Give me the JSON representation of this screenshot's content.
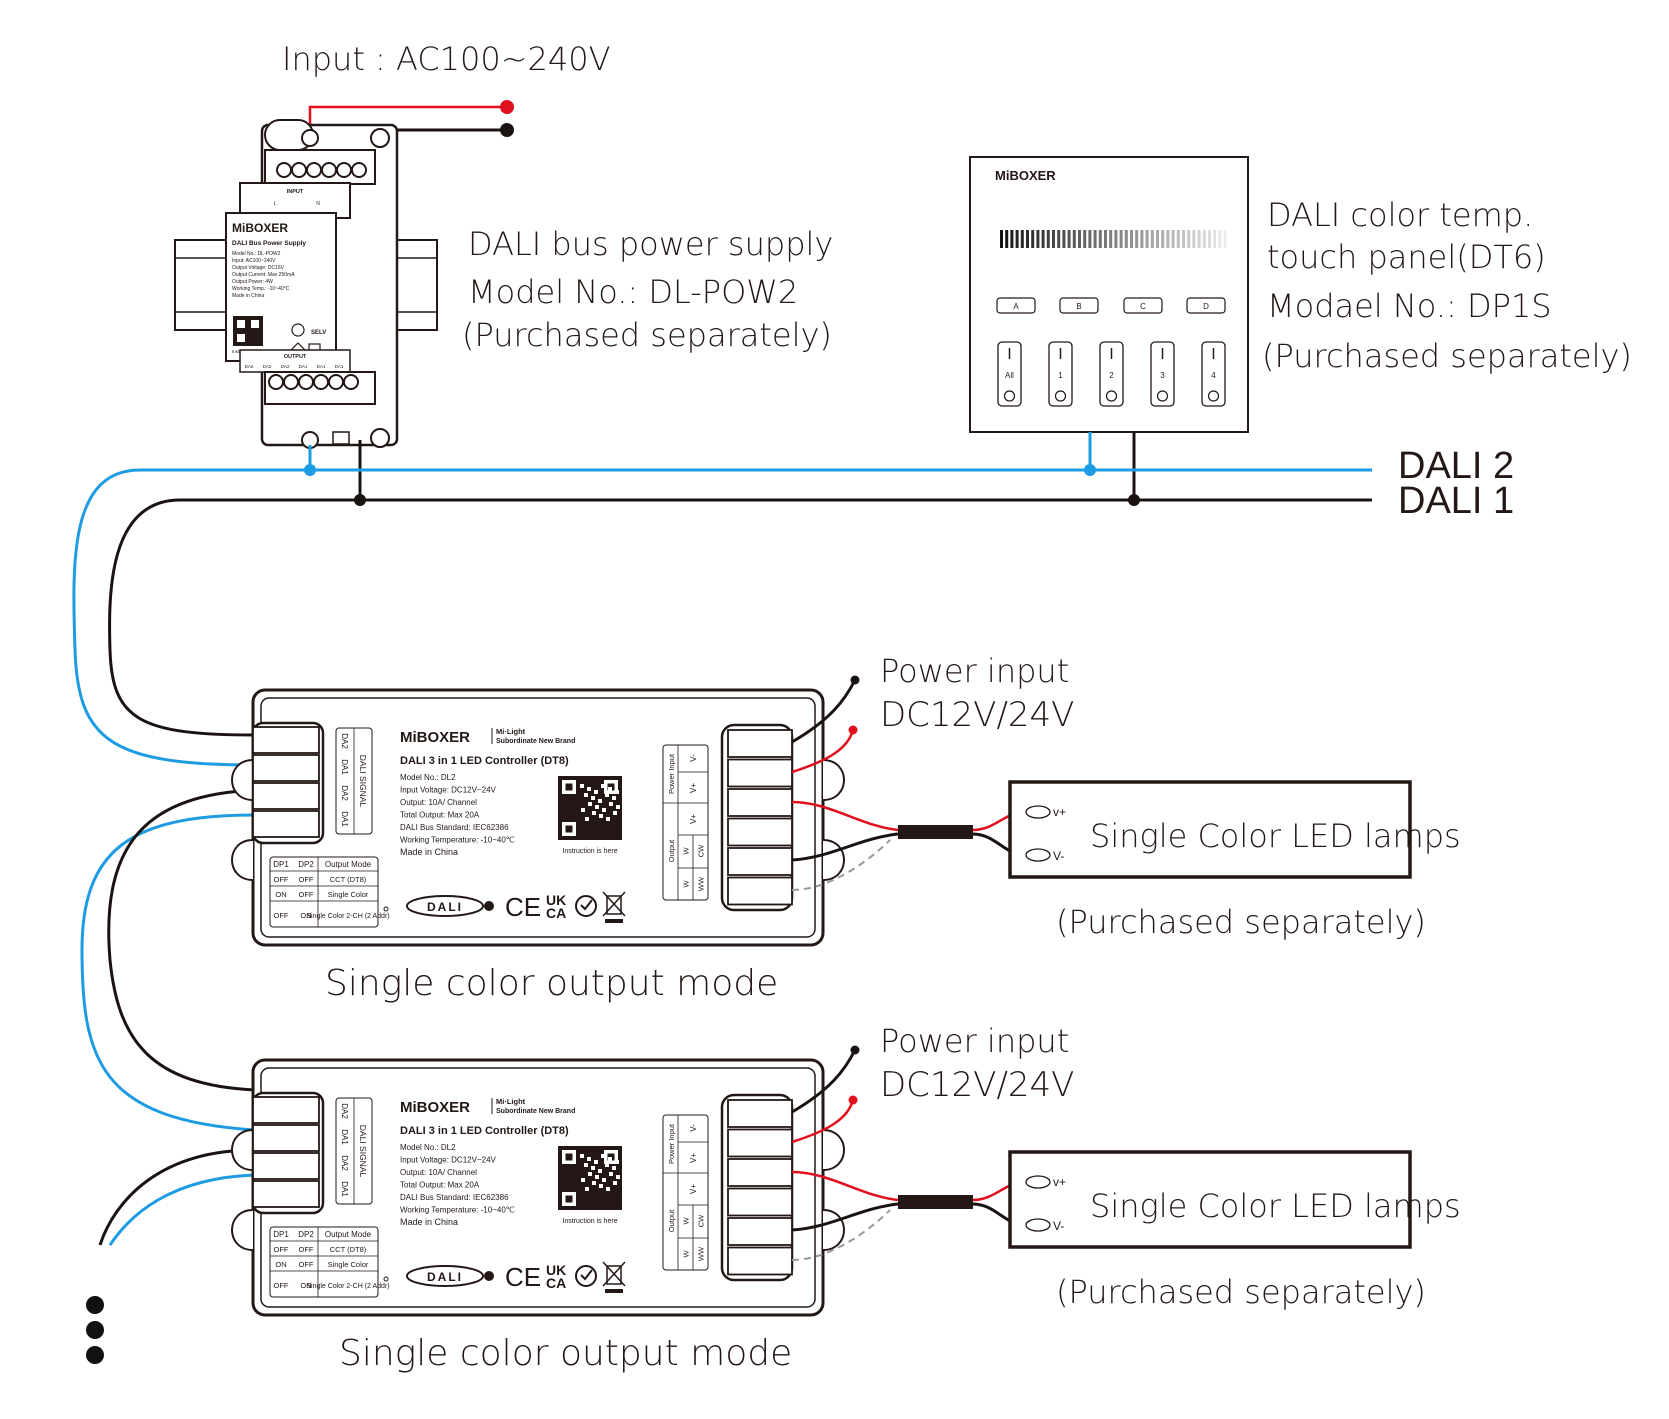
{
  "input_label": "Input : AC100~240V",
  "power_supply": {
    "title": "DALI bus power supply",
    "model": "Model No.: DL-POW2",
    "note": "(Purchased separately)",
    "brand": "MiBOXER",
    "product": "DALI Bus Power Supply",
    "specs": [
      "Model No.: DL-POW2",
      "Input: AC100~240V",
      "Output Voltage: DC16V",
      "Output Current: Max 250mA",
      "Output Power: 4W",
      "Working Temp.: -10~40°C",
      "Made in China"
    ],
    "input_header": "INPUT",
    "input_terms": [
      "L",
      "N"
    ],
    "output_header": "OUTPUT",
    "output_terms": [
      "DA2",
      "DA2",
      "DA2",
      "DA1",
      "DA1",
      "DA1"
    ],
    "selv": "SELV",
    "instruction": "Instruction"
  },
  "touch_panel": {
    "title_line1": "DALI color temp.",
    "title_line2": "touch panel(DT6)",
    "model": "Modael No.: DP1S",
    "note": "(Purchased separately)",
    "brand": "MiBOXER",
    "scene_buttons": [
      "A",
      "B",
      "C",
      "D"
    ],
    "zone_buttons": [
      "All",
      "1",
      "2",
      "3",
      "4"
    ]
  },
  "bus_labels": {
    "dali2": "DALI 2",
    "dali1": "DALI 1"
  },
  "controllers": [
    {
      "brand": "MiBOXER",
      "sub_brand_line1": "Mi·Light",
      "sub_brand_line2": "Subordinate New Brand",
      "title": "DALI 3 in 1 LED Controller (DT8)",
      "specs": [
        "Model No.: DL2",
        "Input Voltage: DC12V~24V",
        "Output: 10A/ Channel",
        "Total Output: Max 20A",
        "DALI Bus Standard: IEC62386",
        "Working Temperature: -10~40℃",
        "Made in China"
      ],
      "qr_caption": "Instruction is here",
      "signal_header": "DALI SIGNAL",
      "signal_terms": [
        "DA2",
        "DA1",
        "DA2",
        "DA1"
      ],
      "dip_headers": [
        "DP1",
        "DP2",
        "Output Mode"
      ],
      "dip_rows": [
        [
          "OFF",
          "OFF",
          "CCT (DT8)"
        ],
        [
          "ON",
          "OFF",
          "Single Color"
        ],
        [
          "OFF",
          "ON",
          "Single Color 2-CH (2 Addr)"
        ]
      ],
      "power_header": "Power Input",
      "power_terms": [
        "V-",
        "V+"
      ],
      "output_header": "Output",
      "output_terms": [
        "V+",
        "W / CW",
        "W / WW"
      ],
      "logo_dali": "DALI",
      "power_input_label_1": "Power input",
      "power_input_label_2": "DC12V/24V",
      "lamp_label": "Single Color LED lamps",
      "lamp_vplus": "v+",
      "lamp_vminus": "V-",
      "lamp_note": "(Purchased separately)",
      "mode_caption": "Single color output mode"
    },
    {
      "brand": "MiBOXER",
      "sub_brand_line1": "Mi·Light",
      "sub_brand_line2": "Subordinate New Brand",
      "title": "DALI 3 in 1 LED Controller (DT8)",
      "specs": [
        "Model No.: DL2",
        "Input Voltage: DC12V~24V",
        "Output: 10A/ Channel",
        "Total Output: Max 20A",
        "DALI Bus Standard: IEC62386",
        "Working Temperature: -10~40℃",
        "Made in China"
      ],
      "qr_caption": "Instruction is here",
      "signal_header": "DALI SIGNAL",
      "signal_terms": [
        "DA2",
        "DA1",
        "DA2",
        "DA1"
      ],
      "dip_headers": [
        "DP1",
        "DP2",
        "Output Mode"
      ],
      "dip_rows": [
        [
          "OFF",
          "OFF",
          "CCT (DT8)"
        ],
        [
          "ON",
          "OFF",
          "Single Color"
        ],
        [
          "OFF",
          "ON",
          "Single Color 2-CH (2 Addr)"
        ]
      ],
      "power_header": "Power Input",
      "power_terms": [
        "V-",
        "V+"
      ],
      "output_header": "Output",
      "output_terms": [
        "V+",
        "W / CW",
        "W / WW"
      ],
      "logo_dali": "DALI",
      "power_input_label_1": "Power input",
      "power_input_label_2": "DC12V/24V",
      "lamp_label": "Single Color LED lamps",
      "lamp_vplus": "v+",
      "lamp_vminus": "V-",
      "lamp_note": "(Purchased separately)",
      "mode_caption": "Single color output mode"
    }
  ],
  "continuation": "more-devices-ellipsis"
}
